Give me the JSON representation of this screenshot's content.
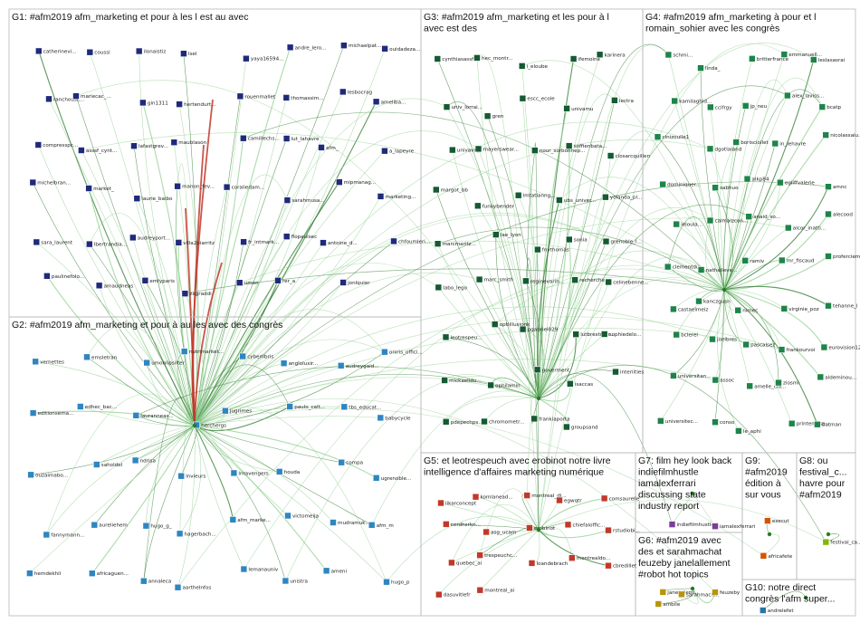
{
  "colors": {
    "edge_dark": "#2b7a2b",
    "edge_light": "#8fcf8f",
    "edge_red": "#c0392b",
    "box_stroke": "#b8b8b8",
    "g1_node": "#1f2a7a",
    "g2_node": "#2e86c1",
    "g3_node": "#145a32",
    "g4_node": "#1e8449",
    "g5_node": "#c0392b",
    "g6_node": "#b7950b",
    "g7_node": "#7d3c98",
    "g8_node": "#7fb800",
    "g9_node": "#d35400",
    "g10_node": "#2874a6"
  },
  "groups": [
    {
      "id": "G1",
      "label_lines": [
        "G1: #afm2019 afm_marketing et pour à les l est au avec"
      ],
      "color_key": "g1_node",
      "nodes": [
        "catherinevi...",
        "coussi",
        "ilonaistiz",
        "lsel",
        "yaya16594...",
        "andre_lero...",
        "michaelpat...",
        "ouidadeza...",
        "ranchousc...",
        "mariecac_...",
        "gin1311",
        "hertendurt...",
        "rouenmallet",
        "thomassim...",
        "lesbocrag",
        "ameliba...",
        "compresspc...",
        "asssf_cynt...",
        "lafastgrev...",
        "maublason",
        "camillechs...",
        "lut_lahavre",
        "afm_",
        "a_lapeyre",
        "michelbran...",
        "market_",
        "laurie_baibo",
        "manon_fev...",
        "coraliedam...",
        "sarahmusa...",
        "mipmanag...",
        "marketing...",
        "sara_laurent",
        "lbertrandia...",
        "audreyport...",
        "villa2biarritz",
        "fr_intmark...",
        "flopaulsec",
        "antoine_d...",
        "chfoumleri...",
        "paulinefolo...",
        "amaudneas",
        "emlyparis",
        "zagraddi",
        "umon",
        "rer_a",
        "jonlquier"
      ]
    },
    {
      "id": "G2",
      "label_lines": [
        "G2: #afm2019 afm_marketing et pour à au les avec des congrès"
      ],
      "color_key": "g2_node",
      "nodes": [
        "vernettes",
        "emsletran",
        "umonlipsilter",
        "nutrimarket...",
        "cyberlibris",
        "angloluxir...",
        "audreygaid...",
        "oniris_offici...",
        "editionsema...",
        "edhec_bac...",
        "lauranneas...",
        "herchergs",
        "jugrimes",
        "paulo_calt...",
        "tbs_educat...",
        "babycycle",
        "ouzaimabo...",
        "saholdel",
        "ndrisa",
        "lnvieurs",
        "lnravengers",
        "houda",
        "compa",
        "ugrenoble...",
        "fannymann...",
        "aureliehem",
        "hugo_g_",
        "hagerbach...",
        "afm_marke...",
        "victomeija",
        "mudramuk...",
        "afm_m",
        "hemdekhil",
        "africaguen...",
        "annaleca",
        "aarthelnfos",
        "lemanauniv",
        "unistra",
        "ameni",
        "hugo_p"
      ]
    },
    {
      "id": "G3",
      "label_lines": [
        "G3: #afm2019 afm_marketing et les pour à l",
        "avec est des"
      ],
      "color_key": "g3_node",
      "nodes": [
        "cynthiasassf",
        "hec_montr...",
        "i_eloube",
        "ifemoine",
        "karinera",
        "univ_lorrai...",
        "gren",
        "escc_ecole",
        "univamu",
        "lectra",
        "univavny",
        "mayerswear...",
        "nour_sorbonnep...",
        "soffienbata...",
        "closarcquillen",
        "margot_bb",
        "funkybender",
        "lmtatianng...",
        "ubs_univer...",
        "yolanda_pl...",
        "marcmaritz...",
        "lae_lyon",
        "fnythomas",
        "sonia",
        "grenoble_l...",
        "labo_lego",
        "marc_smith",
        "reginevarih...",
        "recherche_...",
        "celinebenne...",
        "leotrespeu...",
        "optlillusionk",
        "pgabriel029",
        "lutbrestmor...",
        "sophiedelo...",
        "mickaelidu...",
        "ophilamin",
        "goverment",
        "isaccas",
        "interiities",
        "pdepechps...",
        "chromometr...",
        "frankiaporta",
        "groupsand"
      ]
    },
    {
      "id": "G4",
      "label_lines": [
        "G4: #afm2019 afm_marketing à pour et l",
        "romain_sohier avec les congrès"
      ],
      "color_key": "g4_node",
      "nodes": [
        "schmi...",
        "linda_",
        "britterfrance",
        "emmanuell...",
        "leslasasrai",
        "kamilaghid...",
        "ccifrgy",
        "jp_neu",
        "alex_laviss...",
        "bcatp",
        "cinizoulle1",
        "dgotlaland",
        "borisciollet",
        "in_lehavre",
        "nicolassaiu...",
        "dominiquer...",
        "sabhuo",
        "alkp84",
        "egliffvalerie",
        "amnc",
        "ieloula...",
        "caimalzcon...",
        "anaid_so...",
        "alcor_inatti...",
        "alecood",
        "clementdu...",
        "nathalieve...",
        "ramiv",
        "mr_fiscaud",
        "proferciemy",
        "castaelmeiz",
        "kanczgusn",
        "nimec",
        "virginie_poz",
        "tehanne_l",
        "bclerel",
        "joelbres",
        "pascalsez",
        "frankourvoi",
        "eurovision12",
        "universitan...",
        "assoc",
        "amelle_cia...",
        "ziosmi",
        "aldeminou...",
        "universitec...",
        "conso",
        "le_aphi",
        "printempse...",
        "batman"
      ]
    },
    {
      "id": "G5",
      "label_lines": [
        "G5: et leotrespeuch avec erobinot notre livre",
        "intelligence d'affaires marketing numérique"
      ],
      "color_key": "g5_node",
      "nodes": [
        "likarconcept",
        "komlanead...",
        "montreal_di...",
        "egwqtr",
        "comsaurelle",
        "cerdhsrkn...",
        "asg_ucam",
        "erobinot",
        "chiefaloffic...",
        "rstudiobi...",
        "quebec_ai",
        "trespeuchc...",
        "loandebrach",
        "montrealdo...",
        "cbredillet",
        "dasuvitlefr",
        "montreal_ai"
      ]
    },
    {
      "id": "G6",
      "label_lines": [
        "G6: #afm2019 avec",
        "des et sarahmachat",
        "feuzeby janelallement",
        "#robot hot topics"
      ],
      "color_key": "g6_node",
      "nodes": [
        "janelallem...",
        "sarahmach...",
        "feuzeby",
        "ambile"
      ]
    },
    {
      "id": "G7",
      "label_lines": [
        "G7: film hey look back",
        "indiefilmhustle",
        "iamalexferrari",
        "discussing state",
        "industry report"
      ],
      "color_key": "g7_node",
      "nodes": [
        "indiefilmhustle",
        "iamalexferrari"
      ]
    },
    {
      "id": "G8",
      "label_lines": [
        "G8: ou",
        "festival_c...",
        "havre pour",
        "#afm2019"
      ],
      "color_key": "g8_node",
      "nodes": [
        "festival_ca..."
      ]
    },
    {
      "id": "G9",
      "label_lines": [
        "G9:",
        "#afm2019",
        "édition à",
        "sur vous"
      ],
      "color_key": "g9_node",
      "nodes": [
        "execut",
        "africafete"
      ]
    },
    {
      "id": "G10",
      "label_lines": [
        "G10: notre direct",
        "congrès l'afm super..."
      ],
      "color_key": "g10_node",
      "nodes": [
        "andrelefet"
      ]
    }
  ]
}
